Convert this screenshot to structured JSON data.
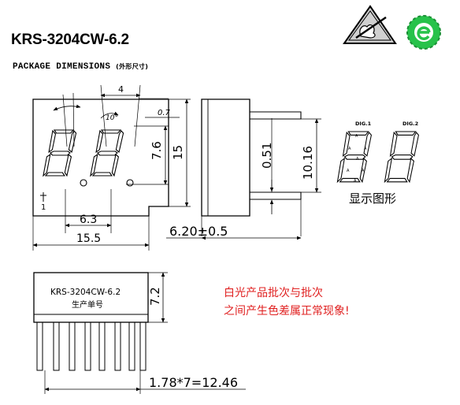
{
  "header": {
    "title": "KRS-3204CW-6.2",
    "subtitle": "PACKAGE DIMENSIONS",
    "subtitle_cn": "(外形尺寸)"
  },
  "front_view": {
    "dim_top": "4",
    "dim_angle": "10°",
    "dim_right_small": "0.7",
    "dim_digit_height": "7.6",
    "dim_height": "15",
    "dim_pitch": "6.3",
    "dim_width": "15.5",
    "pin1_marker": "1"
  },
  "side_view": {
    "dim_pin": "0.51",
    "dim_pin_length": "10.16",
    "dim_depth": "6.20±0.5"
  },
  "segment_diagram": {
    "dig1_label": "DIG.1",
    "dig2_label": "DIG.2",
    "segment_letter": "A",
    "caption": "显示图形"
  },
  "bottom_view": {
    "part_label": "KRS-3204CW-6.2",
    "part_label_cn": "生产单号",
    "dim_height": "7.2",
    "dim_pins": "1.78*7=12.46"
  },
  "notes": {
    "line1": "白光产品批次与批次",
    "line2": "之间产生色差属正常现象!"
  },
  "colors": {
    "note": "#e02020",
    "esd_fill": "#cccccc",
    "rohs_green": "#27c24a"
  }
}
